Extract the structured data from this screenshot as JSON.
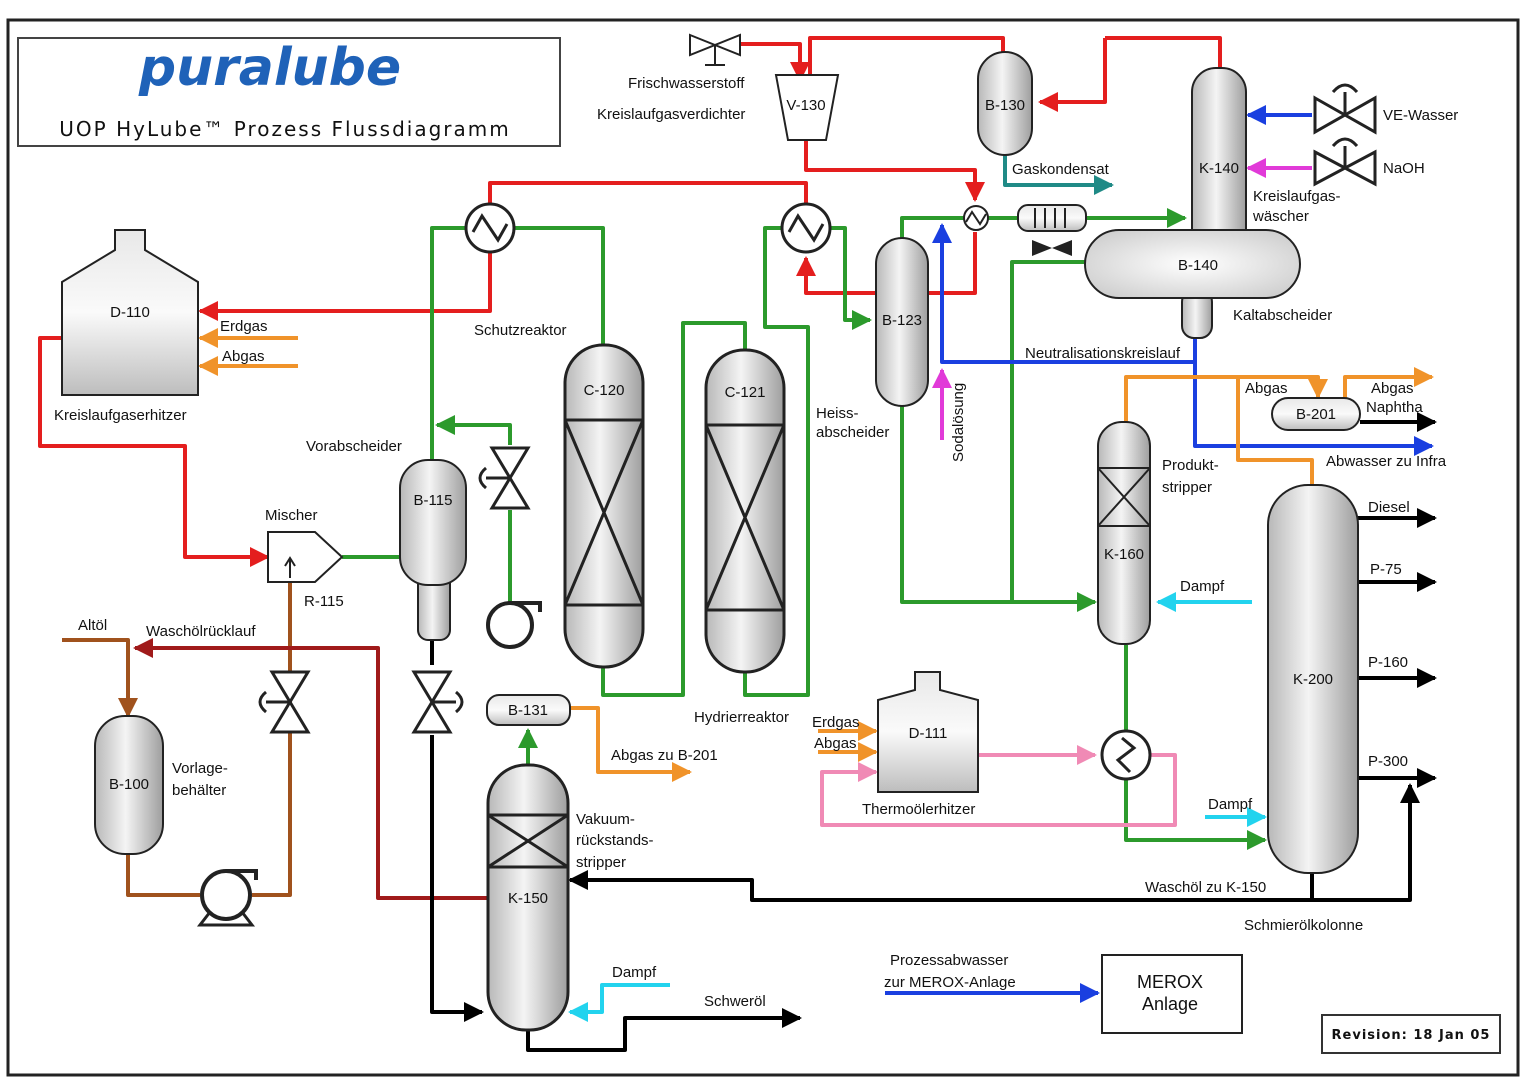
{
  "header": {
    "logo": "puralube",
    "subtitle": "UOP HyLube™ Prozess Flussdiagramm"
  },
  "revision": "Revision: 18 Jan 05",
  "equipment": {
    "d110": "D-110",
    "d111": "D-111",
    "v130": "V-130",
    "b130": "B-130",
    "k140": "K-140",
    "b140": "B-140",
    "b123": "B-123",
    "b201": "B-201",
    "c120": "C-120",
    "c121": "C-121",
    "b115": "B-115",
    "r115": "R-115",
    "b131": "B-131",
    "b100": "B-100",
    "k150": "K-150",
    "k160": "K-160",
    "k200": "K-200",
    "merox": [
      "MEROX",
      "Anlage"
    ]
  },
  "labels": {
    "frischwasserstoff": "Frischwasserstoff",
    "kreislaufgasverdichter": "Kreislaufgasverdichter",
    "gaskondensat": "Gaskondensat",
    "ve_wasser": "VE-Wasser",
    "naoh": "NaOH",
    "kreislaufgaswaescher": [
      "Kreislaufgas-",
      "wäscher"
    ],
    "kaltabscheider": "Kaltabscheider",
    "neutralisationskreislauf": "Neutralisationskreislauf",
    "sodaloesung": "Sodalösung",
    "heissabscheider": [
      "Heiss-",
      "abscheider"
    ],
    "abgas_top": "Abgas",
    "abgas_right": "Abgas",
    "naphtha": "Naphtha",
    "abwasser_infra": "Abwasser zu Infra",
    "produktstripper": [
      "Produkt-",
      "stripper"
    ],
    "diesel": "Diesel",
    "p75": "P-75",
    "p160": "P-160",
    "p300": "P-300",
    "dampf_k160": "Dampf",
    "dampf_k200": "Dampf",
    "dampf_k150": "Dampf",
    "erdgas_d110": "Erdgas",
    "abgas_d110": "Abgas",
    "kreislaufgaserhitzer": "Kreislaufgaserhitzer",
    "schutzreaktor": "Schutzreaktor",
    "vorabscheider": "Vorabscheider",
    "mischer": "Mischer",
    "altoel": "Altöl",
    "waschoelruecklauf": "Waschölrücklauf",
    "vorlagebehaelter": [
      "Vorlage-",
      "behälter"
    ],
    "hydrierreaktor": "Hydrierreaktor",
    "erdgas_d111": "Erdgas",
    "abgas_d111": "Abgas",
    "thermoelerhitzer": "Thermoölerhitzer",
    "abgas_b201": "Abgas zu B-201",
    "vakuumstripper": [
      "Vakuum-",
      "rückstands-",
      "stripper"
    ],
    "waschoel_k150": "Waschöl zu K-150",
    "schmieroelkolonne": "Schmierölkolonne",
    "schweroel": "Schweröl",
    "prozessabwasser": [
      "Prozessabwasser",
      "zur MEROX-Anlage"
    ]
  },
  "colors": {
    "hydrogen_red": "#e41e1e",
    "process_green": "#2c9a2c",
    "water_blue": "#1a3fe0",
    "naoh_magenta": "#e13ad8",
    "steam_cyan": "#22d3ee",
    "fuel_orange": "#f0932a",
    "oil_brown": "#a0521d",
    "wash_darkred": "#a01a1a",
    "thermo_pink": "#f08ab5",
    "teal": "#1f8a86",
    "logo_blue": "#1f62b8"
  }
}
